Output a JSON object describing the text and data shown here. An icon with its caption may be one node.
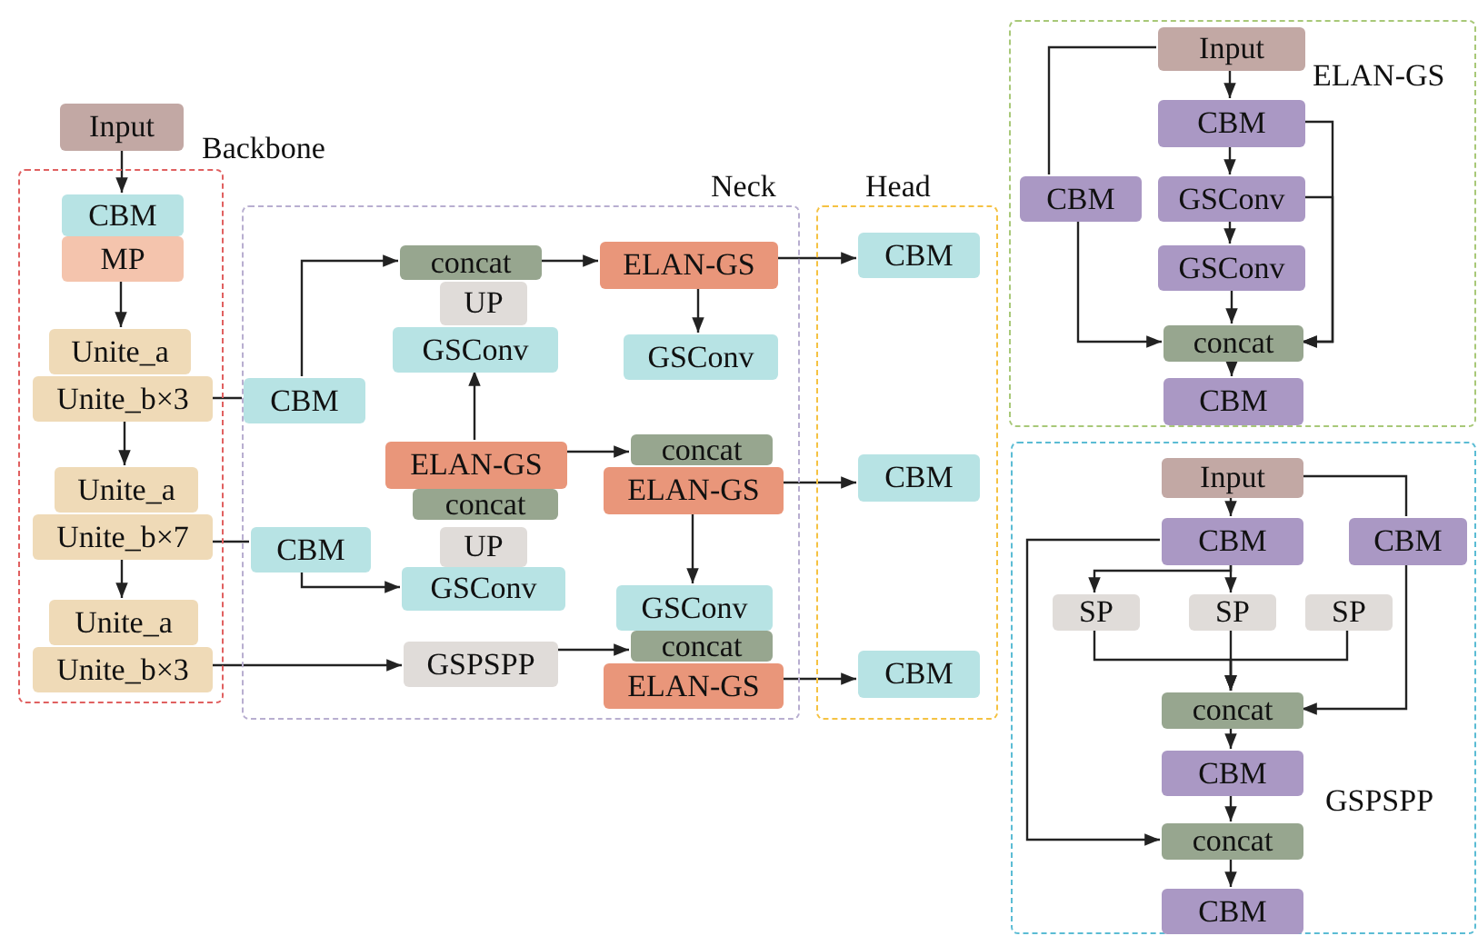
{
  "diagram": {
    "nodes": [
      {
        "text": [
          "Input"
        ]
      },
      {
        "text": [
          "Backbone"
        ]
      },
      {
        "text": [
          "CBM"
        ],
        "in": 1
      },
      {
        "text": [
          "MP"
        ],
        "in": 1
      },
      {
        "text": [
          "Unite_a"
        ],
        "in": 1
      },
      {
        "text": [
          "Unite_b×3"
        ],
        "in": 1
      },
      {
        "text": [
          "Unite_a"
        ],
        "in": 1
      },
      {
        "text": [
          "Unite_b×7"
        ],
        "in": 1
      },
      {
        "text": [
          "Unite_a"
        ],
        "in": 1
      },
      {
        "text": [
          "Unite_b×3"
        ],
        "in": 1
      },
      {
        "text": [
          "Neck"
        ]
      },
      {
        "text": [
          "CBM"
        ],
        "in": 10
      },
      {
        "text": [
          "CBM"
        ],
        "in": 10
      },
      {
        "text": [
          "concat"
        ],
        "in": 10
      },
      {
        "text": [
          "UP"
        ],
        "in": 10
      },
      {
        "text": [
          "GSConv"
        ],
        "in": 10
      },
      {
        "text": [
          "ELAN-GS"
        ],
        "in": 10
      },
      {
        "text": [
          "GSConv"
        ],
        "in": 10
      },
      {
        "text": [
          "ELAN-GS"
        ],
        "in": 10
      },
      {
        "text": [
          "concat"
        ],
        "in": 10
      },
      {
        "text": [
          "UP"
        ],
        "in": 10
      },
      {
        "text": [
          "GSConv"
        ],
        "in": 10
      },
      {
        "text": [
          "concat"
        ],
        "in": 10
      },
      {
        "text": [
          "ELAN-GS"
        ],
        "in": 10
      },
      {
        "text": [
          "GSConv"
        ],
        "in": 10
      },
      {
        "text": [
          "GSPSPP"
        ],
        "in": 10
      },
      {
        "text": [
          "concat"
        ],
        "in": 10
      },
      {
        "text": [
          "ELAN-GS"
        ],
        "in": 10
      },
      {
        "text": [
          "Head"
        ]
      },
      {
        "text": [
          "CBM"
        ],
        "in": 28
      },
      {
        "text": [
          "CBM"
        ],
        "in": 28
      },
      {
        "text": [
          "CBM"
        ],
        "in": 28
      },
      {
        "text": [
          "ELAN-GS"
        ]
      },
      {
        "text": [
          "Input"
        ],
        "in": 32
      },
      {
        "text": [
          "CBM"
        ],
        "in": 32
      },
      {
        "text": [
          "CBM"
        ],
        "in": 32
      },
      {
        "text": [
          "GSConv"
        ],
        "in": 32
      },
      {
        "text": [
          "GSConv"
        ],
        "in": 32
      },
      {
        "text": [
          "concat"
        ],
        "in": 32
      },
      {
        "text": [
          "CBM"
        ],
        "in": 32
      },
      {
        "text": [
          "GSPSPP"
        ]
      },
      {
        "text": [
          "Input"
        ],
        "in": 40
      },
      {
        "text": [
          "CBM"
        ],
        "in": 40
      },
      {
        "text": [
          "CBM"
        ],
        "in": 40
      },
      {
        "text": [
          "SP"
        ],
        "in": 40
      },
      {
        "text": [
          "SP"
        ],
        "in": 40
      },
      {
        "text": [
          "SP"
        ],
        "in": 40
      },
      {
        "text": [
          "concat"
        ],
        "in": 40
      },
      {
        "text": [
          "CBM"
        ],
        "in": 40
      },
      {
        "text": [
          "concat"
        ],
        "in": 40
      },
      {
        "text": [
          "CBM"
        ],
        "in": 40
      }
    ],
    "edges": [
      {
        "from": 0,
        "to": 2,
        "arrow": "to"
      },
      {
        "from": 3,
        "to": 4,
        "arrow": "to"
      },
      {
        "from": 5,
        "to": 6,
        "arrow": "to"
      },
      {
        "from": 7,
        "to": 8,
        "arrow": "to"
      },
      {
        "from": 5,
        "to": 11,
        "arrow": "none"
      },
      {
        "from": 11,
        "to": 13,
        "arrow": "to"
      },
      {
        "from": 7,
        "to": 12,
        "arrow": "none"
      },
      {
        "from": 12,
        "to": 21,
        "arrow": "to"
      },
      {
        "from": 9,
        "to": 25,
        "arrow": "to"
      },
      {
        "from": 18,
        "to": 15,
        "arrow": "to"
      },
      {
        "from": 13,
        "to": 16,
        "arrow": "to"
      },
      {
        "from": 16,
        "to": 29,
        "arrow": "to"
      },
      {
        "from": 16,
        "to": 17,
        "arrow": "to"
      },
      {
        "from": 18,
        "to": 22,
        "arrow": "to"
      },
      {
        "from": 23,
        "to": 30,
        "arrow": "to"
      },
      {
        "from": 23,
        "to": 24,
        "arrow": "to"
      },
      {
        "from": 25,
        "to": 26,
        "arrow": "to"
      },
      {
        "from": 27,
        "to": 31,
        "arrow": "to"
      },
      {
        "from": 33,
        "to": 34,
        "arrow": "to"
      },
      {
        "from": 33,
        "to": 35,
        "arrow": "none"
      },
      {
        "from": 34,
        "to": 36,
        "arrow": "to"
      },
      {
        "from": 36,
        "to": 37,
        "arrow": "to"
      },
      {
        "from": 37,
        "to": 38,
        "arrow": "to"
      },
      {
        "from": 35,
        "to": 38,
        "arrow": "to"
      },
      {
        "from": 34,
        "to": 38,
        "arrow": "to"
      },
      {
        "from": 36,
        "to": 38,
        "arrow": "to"
      },
      {
        "from": 38,
        "to": 39,
        "arrow": "to"
      },
      {
        "from": 41,
        "to": 42,
        "arrow": "to"
      },
      {
        "from": 41,
        "to": 43,
        "arrow": "none"
      },
      {
        "from": 42,
        "to": 44,
        "arrow": "to"
      },
      {
        "from": 42,
        "to": 45,
        "arrow": "to"
      },
      {
        "from": 44,
        "to": 47,
        "arrow": "to"
      },
      {
        "from": 45,
        "to": 47,
        "arrow": "to"
      },
      {
        "from": 46,
        "to": 47,
        "arrow": "to"
      },
      {
        "from": 43,
        "to": 47,
        "arrow": "to"
      },
      {
        "from": 47,
        "to": 48,
        "arrow": "to"
      },
      {
        "from": 48,
        "to": 49,
        "arrow": "to"
      },
      {
        "from": 42,
        "to": 49,
        "arrow": "to"
      },
      {
        "from": 49,
        "to": 50,
        "arrow": "to"
      }
    ]
  }
}
